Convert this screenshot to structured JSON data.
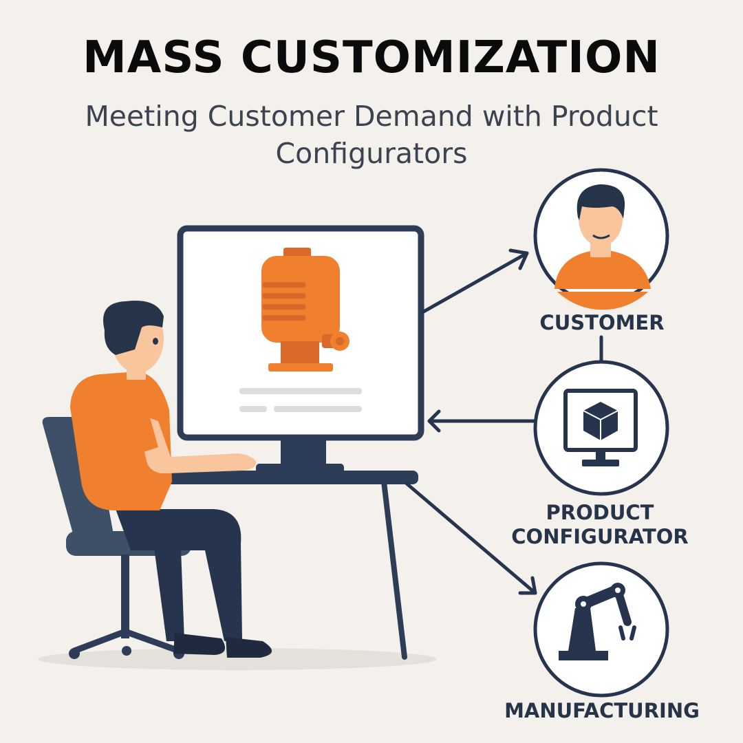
{
  "header": {
    "title": "MASS CUSTOMIZATION",
    "subtitle": "Meeting Customer Demand with Product Configurators"
  },
  "nodes": {
    "customer": {
      "label": "CUSTOMER",
      "icon": "customer-avatar-icon"
    },
    "configurator": {
      "label": "PRODUCT CONFIGURATOR",
      "icon": "monitor-cube-icon"
    },
    "manufacturing": {
      "label": "MANUFACTURING",
      "icon": "robot-arm-icon"
    }
  },
  "colors": {
    "navy": "#2e3d57",
    "orange": "#f07f2e",
    "background": "#f4f1ec"
  }
}
